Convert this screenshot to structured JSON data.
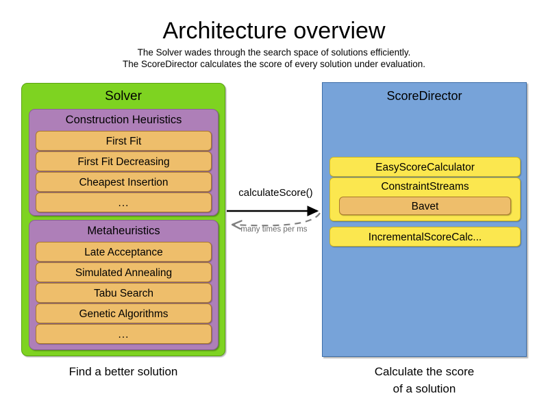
{
  "header": {
    "title": "Architecture overview",
    "subtitle_line1": "The Solver wades through the search space of solutions efficiently.",
    "subtitle_line2": "The ScoreDirector calculates the score of every solution under evaluation."
  },
  "solver": {
    "title": "Solver",
    "caption": "Find a better solution",
    "color": "#7ED321",
    "groups": [
      {
        "title": "Construction Heuristics",
        "color": "#AE7FB8",
        "items": [
          "First Fit",
          "First Fit Decreasing",
          "Cheapest Insertion",
          "..."
        ]
      },
      {
        "title": "Metaheuristics",
        "color": "#AE7FB8",
        "items": [
          "Late Acceptance",
          "Simulated Annealing",
          "Tabu Search",
          "Genetic Algorithms",
          "..."
        ]
      }
    ]
  },
  "score_director": {
    "title": "ScoreDirector",
    "caption_line1": "Calculate the score",
    "caption_line2": "of a solution",
    "color": "#77A3D9",
    "calculators": [
      {
        "label": "EasyScoreCalculator",
        "color": "#FBE74F"
      },
      {
        "label": "ConstraintStreams",
        "color": "#FBE74F",
        "nested": {
          "label": "Bavet",
          "color": "#EEBE6B"
        }
      },
      {
        "label": "IncrementalScoreCalc...",
        "color": "#FBE74F"
      }
    ]
  },
  "arrows": {
    "request_label": "calculateScore()",
    "response_label": "many times per ms",
    "request_color": "#000000",
    "response_color": "#808080"
  }
}
